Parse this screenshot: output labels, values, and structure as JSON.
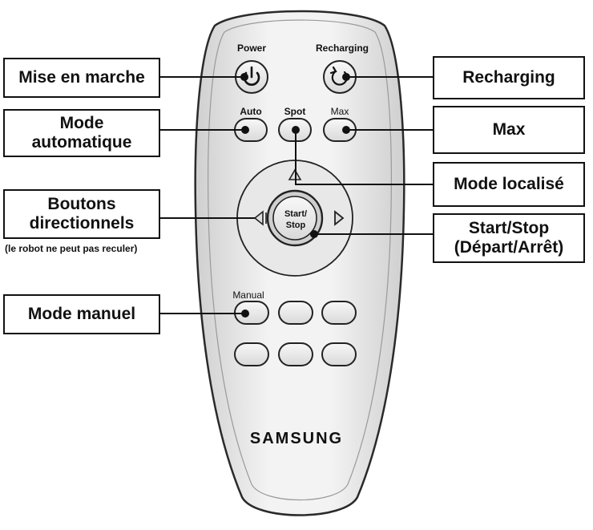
{
  "remote": {
    "brand": "SAMSUNG",
    "buttons": {
      "power": "Power",
      "recharging": "Recharging",
      "auto": "Auto",
      "spot": "Spot",
      "max": "Max",
      "start_stop_line1": "Start/",
      "start_stop_line2": "Stop",
      "manual": "Manual"
    }
  },
  "callouts": {
    "mise_en_marche": "Mise en marche",
    "mode_automatique_line1": "Mode",
    "mode_automatique_line2": "automatique",
    "boutons_directionnels_line1": "Boutons",
    "boutons_directionnels_line2": "directionnels",
    "boutons_note": "(le robot ne peut pas reculer)",
    "mode_manuel": "Mode manuel",
    "recharging": "Recharging",
    "max": "Max",
    "mode_localise": "Mode localisé",
    "start_stop_line1": "Start/Stop",
    "start_stop_line2": "(Départ/Arrêt)"
  },
  "colors": {
    "remote_body": "#e6e6e6",
    "remote_outline": "#2a2a2a",
    "button_face": "#eeeeee",
    "ink": "#111111"
  }
}
